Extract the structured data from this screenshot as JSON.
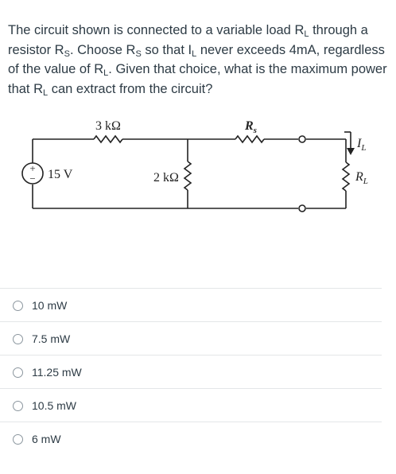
{
  "question": {
    "part1": "The circuit shown is connected to a variable load R",
    "sub_L1": "L",
    "part2": " through a resistor R",
    "sub_S1": "S",
    "part3": ". Choose R",
    "sub_S2": "S",
    "part4": " so that I",
    "sub_L2": "L",
    "part5": " never exceeds 4mA, regardless of the value of R",
    "sub_L3": "L",
    "part6": ". Given that choice, what is the maximum power that R",
    "sub_L4": "L",
    "part7": " can extract from the circuit?"
  },
  "circuit": {
    "source_label": "15 V",
    "source_plus": "+",
    "source_minus": "−",
    "r1_label": "3 kΩ",
    "r2_label": "2 kΩ",
    "rs_label_main": "R",
    "rs_label_sub": "s",
    "load_label_main": "R",
    "load_label_sub": "L",
    "current_label_main": "I",
    "current_label_sub": "L"
  },
  "answers": [
    {
      "label": "10 mW"
    },
    {
      "label": "7.5 mW"
    },
    {
      "label": "11.25 mW"
    },
    {
      "label": "10.5 mW"
    },
    {
      "label": "6 mW"
    }
  ]
}
